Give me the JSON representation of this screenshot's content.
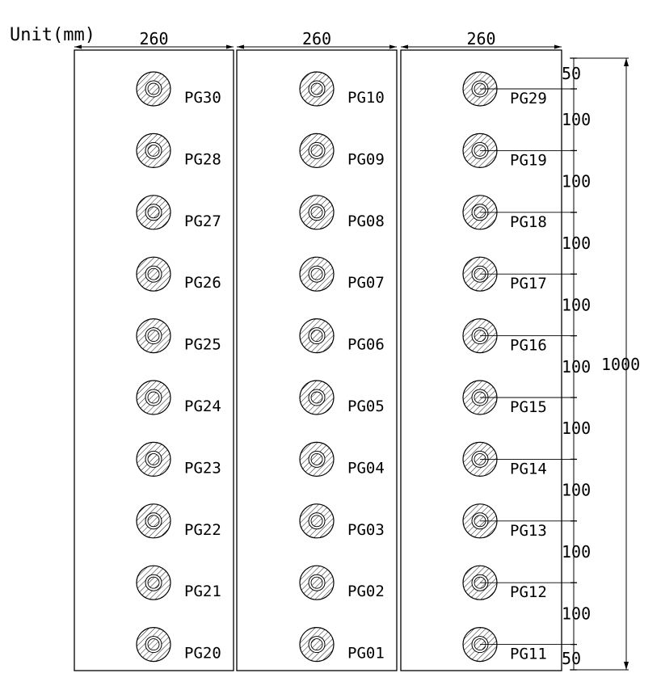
{
  "unit_label": "Unit(mm)",
  "column_widths": [
    "260",
    "260",
    "260"
  ],
  "columns": [
    {
      "labels": [
        "PG30",
        "PG28",
        "PG27",
        "PG26",
        "PG25",
        "PG24",
        "PG23",
        "PG22",
        "PG21",
        "PG20"
      ]
    },
    {
      "labels": [
        "PG10",
        "PG09",
        "PG08",
        "PG07",
        "PG06",
        "PG05",
        "PG04",
        "PG03",
        "PG02",
        "PG01"
      ]
    },
    {
      "labels": [
        "PG29",
        "PG19",
        "PG18",
        "PG17",
        "PG16",
        "PG15",
        "PG14",
        "PG13",
        "PG12",
        "PG11"
      ]
    }
  ],
  "vertical_spacing": [
    "50",
    "100",
    "100",
    "100",
    "100",
    "100",
    "100",
    "100",
    "100",
    "100",
    "50"
  ],
  "total_height": "1000"
}
